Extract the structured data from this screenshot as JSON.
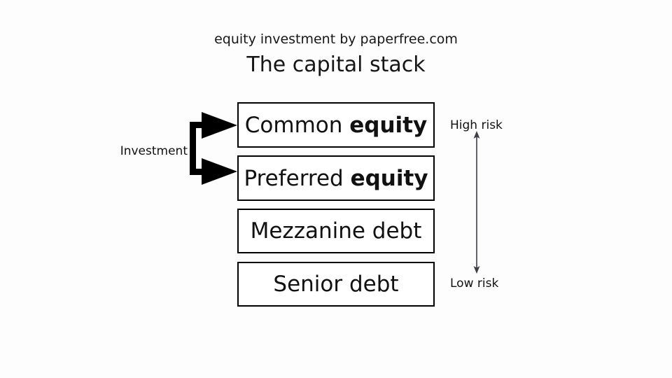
{
  "header": {
    "subtitle": "equity investment by paperfree.com",
    "title": "The capital stack"
  },
  "stack": {
    "layers": [
      {
        "id": "common",
        "prefix": "Common ",
        "emphasis": "equity"
      },
      {
        "id": "preferred",
        "prefix": "Preferred ",
        "emphasis": "equity"
      },
      {
        "id": "mezzanine",
        "prefix": "Mezzanine debt",
        "emphasis": ""
      },
      {
        "id": "senior",
        "prefix": "Senior debt",
        "emphasis": ""
      }
    ]
  },
  "annotations": {
    "investment_label": "Investment",
    "risk_high_label": "High risk",
    "risk_low_label": "Low risk"
  },
  "colors": {
    "background": "#fdfdfd",
    "box_fill": "#ffffff",
    "box_border": "#000000",
    "text": "#111111",
    "investment_arrow": "#000000",
    "risk_arrow": "#3d3d47"
  }
}
